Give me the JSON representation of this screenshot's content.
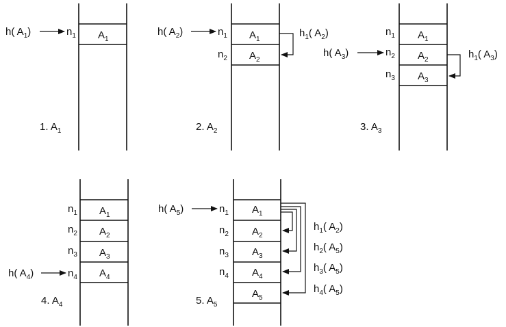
{
  "panels": [
    {
      "caption": {
        "main": "1. A",
        "sub": "1"
      },
      "slots": [
        {
          "node": {
            "main": "n",
            "sub": "1"
          },
          "record": {
            "main": "A",
            "sub": "1"
          }
        }
      ],
      "hash_entry": {
        "main": "h( A",
        "sub": "1",
        "tail": ")",
        "slot": 0
      },
      "probes": []
    },
    {
      "caption": {
        "main": "2. A",
        "sub": "2"
      },
      "slots": [
        {
          "node": {
            "main": "n",
            "sub": "1"
          },
          "record": {
            "main": "A",
            "sub": "1"
          }
        },
        {
          "node": {
            "main": "n",
            "sub": "2"
          },
          "record": {
            "main": "A",
            "sub": "2"
          }
        }
      ],
      "hash_entry": {
        "main": "h( A",
        "sub": "2",
        "tail": ")",
        "slot": 0
      },
      "probes": [
        {
          "main": "h",
          "sub": "1",
          "tail": "( A",
          "sub2": "2",
          "end": ")"
        }
      ]
    },
    {
      "caption": {
        "main": "3. A",
        "sub": "3"
      },
      "slots": [
        {
          "node": {
            "main": "n",
            "sub": "1"
          },
          "record": {
            "main": "A",
            "sub": "1"
          }
        },
        {
          "node": {
            "main": "n",
            "sub": "2"
          },
          "record": {
            "main": "A",
            "sub": "2"
          }
        },
        {
          "node": {
            "main": "n",
            "sub": "3"
          },
          "record": {
            "main": "A",
            "sub": "3"
          }
        }
      ],
      "hash_entry": {
        "main": "h( A",
        "sub": "3",
        "tail": ")",
        "slot": 1
      },
      "probes": [
        {
          "main": "h",
          "sub": "1",
          "tail": "( A",
          "sub2": "3",
          "end": ")"
        }
      ]
    },
    {
      "caption": {
        "main": "4. A",
        "sub": "4"
      },
      "slots": [
        {
          "node": {
            "main": "n",
            "sub": "1"
          },
          "record": {
            "main": "A",
            "sub": "1"
          }
        },
        {
          "node": {
            "main": "n",
            "sub": "2"
          },
          "record": {
            "main": "A",
            "sub": "2"
          }
        },
        {
          "node": {
            "main": "n",
            "sub": "3"
          },
          "record": {
            "main": "A",
            "sub": "3"
          }
        },
        {
          "node": {
            "main": "n",
            "sub": "4"
          },
          "record": {
            "main": "A",
            "sub": "4"
          }
        }
      ],
      "hash_entry": {
        "main": "h( A",
        "sub": "4",
        "tail": ")",
        "slot": 3
      },
      "probes": []
    },
    {
      "caption": {
        "main": "5. A",
        "sub": "5"
      },
      "slots": [
        {
          "node": {
            "main": "n",
            "sub": "1"
          },
          "record": {
            "main": "A",
            "sub": "1"
          }
        },
        {
          "node": {
            "main": "n",
            "sub": "2"
          },
          "record": {
            "main": "A",
            "sub": "2"
          }
        },
        {
          "node": {
            "main": "n",
            "sub": "3"
          },
          "record": {
            "main": "A",
            "sub": "3"
          }
        },
        {
          "node": {
            "main": "n",
            "sub": "4"
          },
          "record": {
            "main": "A",
            "sub": "4"
          }
        },
        {
          "node": {
            "main": "",
            "sub": ""
          },
          "record": {
            "main": "A",
            "sub": "5"
          }
        }
      ],
      "hash_entry": {
        "main": "h( A",
        "sub": "5",
        "tail": ")",
        "slot": 0
      },
      "probes": [
        {
          "main": "h",
          "sub": "1",
          "tail": "( A",
          "sub2": "2",
          "end": ")"
        },
        {
          "main": "h",
          "sub": "2",
          "tail": "( A",
          "sub2": "5",
          "end": ")"
        },
        {
          "main": "h",
          "sub": "3",
          "tail": "( A",
          "sub2": "5",
          "end": ")"
        },
        {
          "main": "h",
          "sub": "4",
          "tail": "( A",
          "sub2": "5",
          "end": ")"
        }
      ]
    }
  ]
}
